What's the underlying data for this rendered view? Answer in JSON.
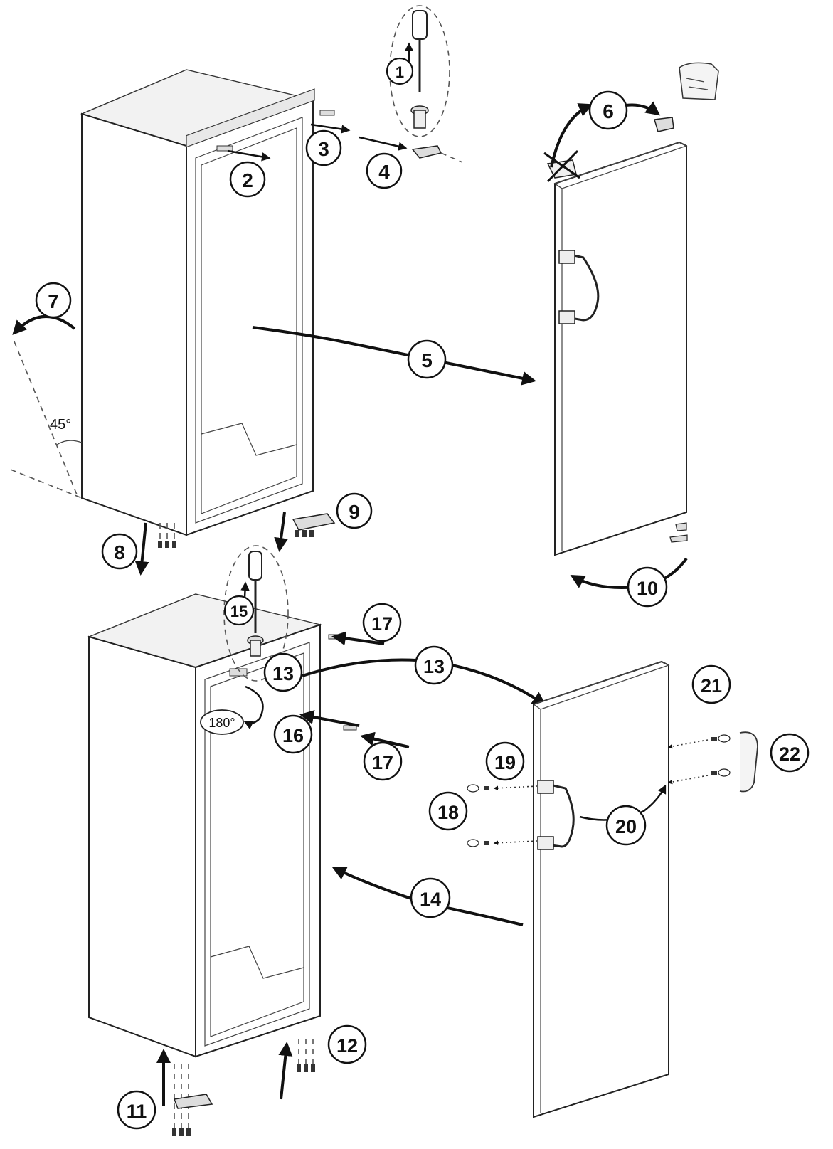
{
  "diagram": {
    "steps": [
      "1",
      "2",
      "3",
      "4",
      "5",
      "6",
      "7",
      "8",
      "9",
      "10",
      "11",
      "12",
      "13",
      "13",
      "14",
      "15",
      "16",
      "17",
      "17",
      "18",
      "19",
      "20",
      "21",
      "22"
    ],
    "angle_label": "45°",
    "rotation_label": "180°"
  }
}
